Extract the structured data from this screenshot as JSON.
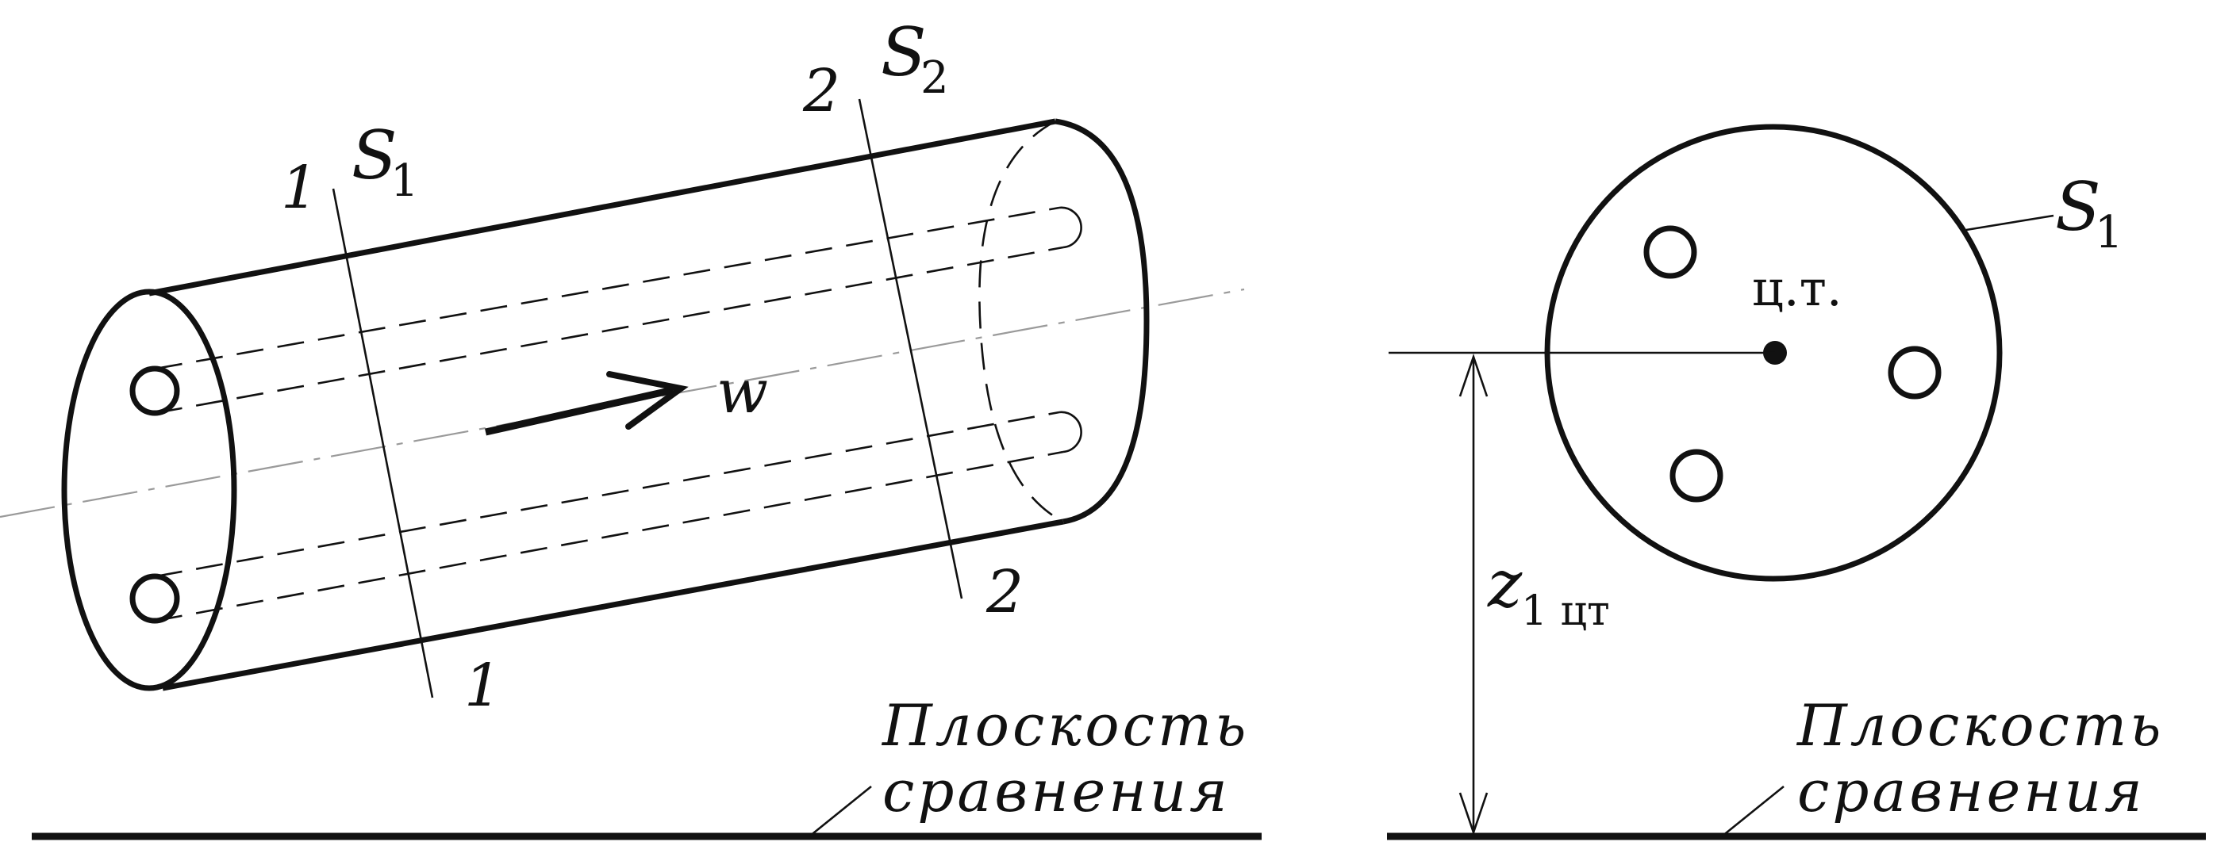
{
  "left_figure": {
    "section1_top_number": "1",
    "section1_bottom_number": "1",
    "section1_area_letter": "S",
    "section1_area_index": "1",
    "section2_top_number": "2",
    "section2_bottom_number": "2",
    "section2_area_letter": "S",
    "section2_area_index": "2",
    "velocity_label": "w",
    "plane_label_line1": "Плоскость",
    "plane_label_line2": "сравнения"
  },
  "right_figure": {
    "area_letter": "S",
    "area_index": "1",
    "center_label": "ц.т.",
    "height_letter": "z",
    "height_index": "1 цт",
    "plane_label_line1": "Плоскость",
    "plane_label_line2": "сравнения"
  },
  "colors": {
    "ink": "#111111",
    "axis": "#9a9a9a",
    "background": "#ffffff"
  }
}
